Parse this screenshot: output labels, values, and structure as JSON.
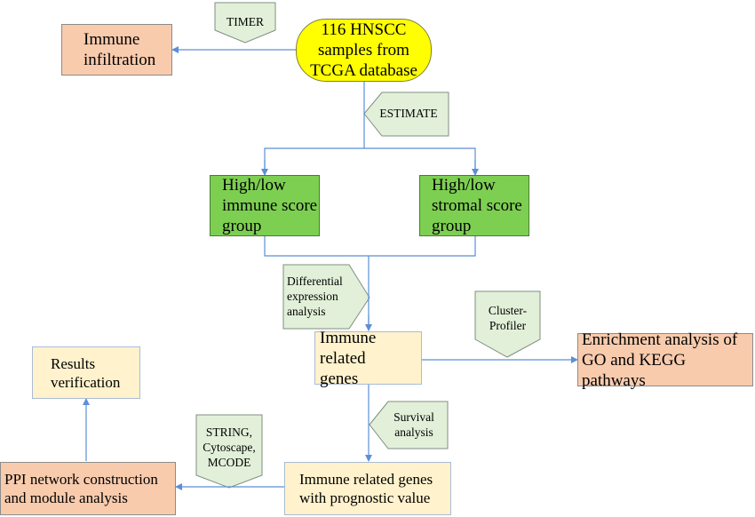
{
  "nodes": {
    "source": "116 HNSCC\nsamples from\nTCGA database",
    "immune_infiltration": "Immune\ninfiltration",
    "immune_group": "High/low\nimmune score\ngroup",
    "stromal_group": "High/low\nstromal score\ngroup",
    "immune_genes": "Immune related\ngenes",
    "enrichment": "Enrichment analysis of\nGO and KEGG pathways",
    "prognostic_genes": "Immune related genes\nwith prognostic value",
    "ppi": "PPI network construction\nand module analysis",
    "verification": "Results\nverification"
  },
  "methods": {
    "timer": "TIMER",
    "estimate": "ESTIMATE",
    "differential": "Differential\nexpression\nanalysis",
    "cluster_profiler": "Cluster-\nProfiler",
    "survival": "Survival\nanalysis",
    "string": "STRING,\nCytoscape,\nMCODE"
  },
  "colors": {
    "arrow": "#5b8fd6",
    "method_fill": "#e2f0d9",
    "method_stroke": "#7f8f7f",
    "salmon": "#f8cbad",
    "green": "#7dcf52",
    "cream": "#fff2cc",
    "yellow": "#ffff00"
  }
}
